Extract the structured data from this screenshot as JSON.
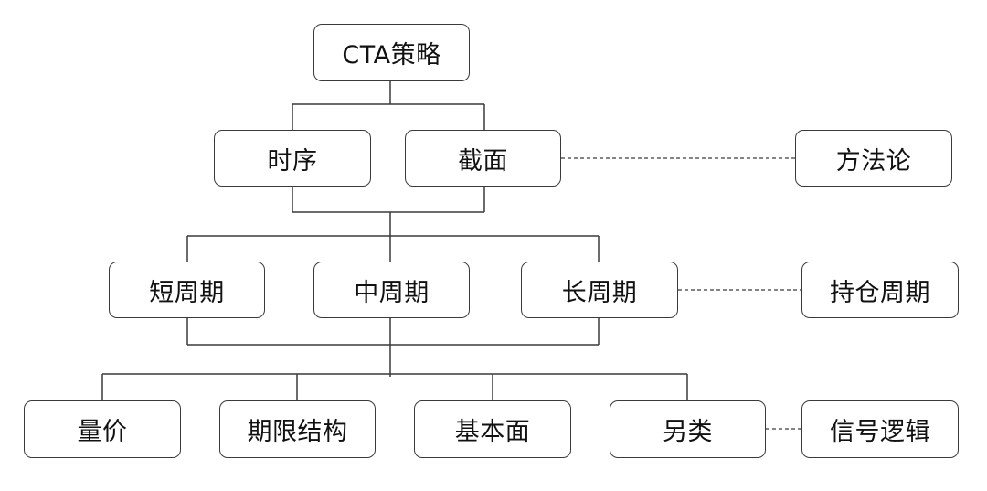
{
  "root": {
    "label": "CTA策略"
  },
  "level1": {
    "nodes": [
      {
        "label": "时序"
      },
      {
        "label": "截面"
      }
    ],
    "annotation": "方法论"
  },
  "level2": {
    "nodes": [
      {
        "label": "短周期"
      },
      {
        "label": "中周期"
      },
      {
        "label": "长周期"
      }
    ],
    "annotation": "持仓周期"
  },
  "level3": {
    "nodes": [
      {
        "label": "量价"
      },
      {
        "label": "期限结构"
      },
      {
        "label": "基本面"
      },
      {
        "label": "另类"
      }
    ],
    "annotation": "信号逻辑"
  },
  "colors": {
    "border": "#3a3a3a",
    "line": "#3a3a3a",
    "text": "#111111",
    "background": "#ffffff"
  }
}
